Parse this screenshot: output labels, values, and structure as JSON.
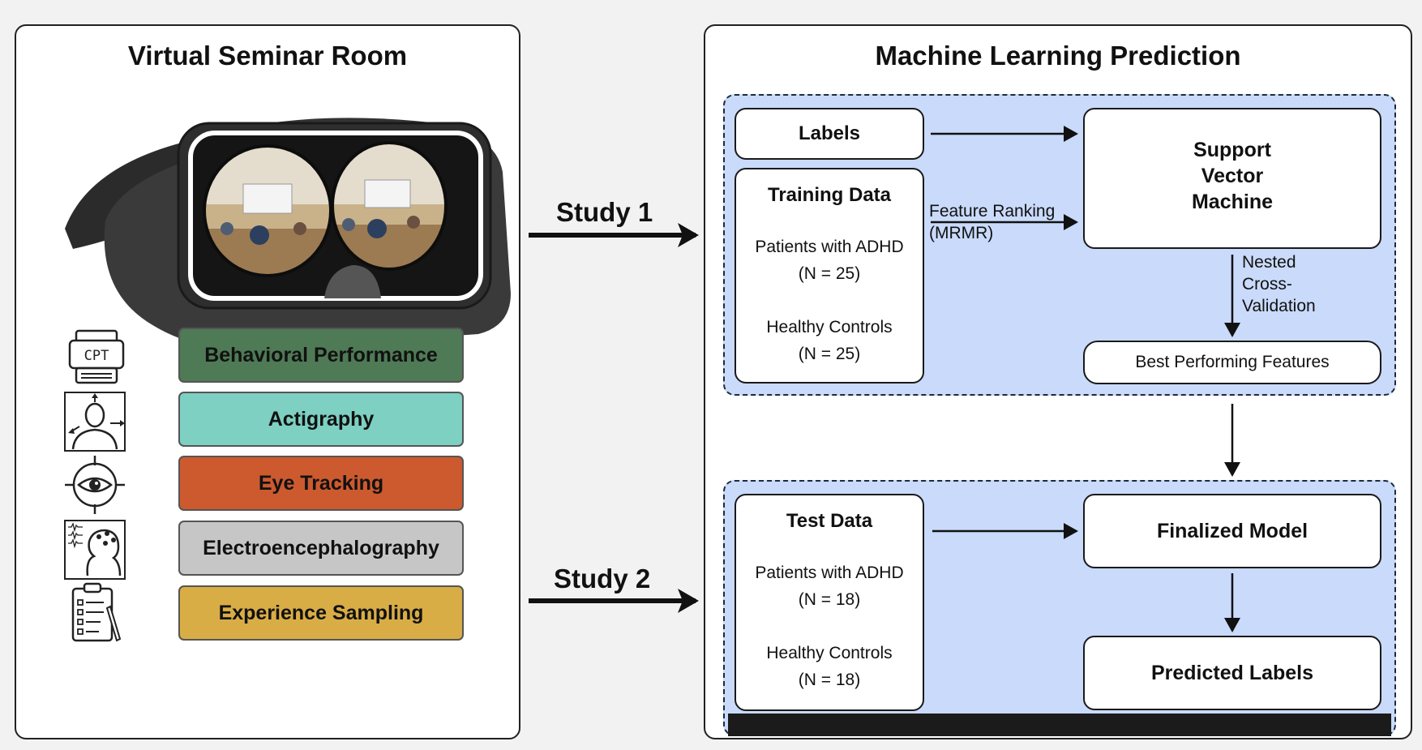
{
  "left_panel": {
    "title": "Virtual Seminar Room",
    "modalities": [
      {
        "label": "Behavioral Performance",
        "color": "#4e7a55",
        "icon": "cpt-icon",
        "icon_text": "CPT"
      },
      {
        "label": "Actigraphy",
        "color": "#7dd0c2",
        "icon": "actigraphy-person-icon"
      },
      {
        "label": "Eye Tracking",
        "color": "#cc5a2e",
        "icon": "eye-tracking-icon"
      },
      {
        "label": "Electroencephalography",
        "color": "#c6c6c6",
        "icon": "eeg-head-icon"
      },
      {
        "label": "Experience Sampling",
        "color": "#d9ad45",
        "icon": "clipboard-questionnaire-icon"
      }
    ]
  },
  "studies": {
    "study1": "Study 1",
    "study2": "Study 2"
  },
  "right_panel": {
    "title": "Machine Learning Prediction",
    "study1_block": {
      "labels": "Labels",
      "training_title": "Training Data",
      "adhd_line1": "Patients with ADHD",
      "adhd_line2": "(N = 25)",
      "hc_line1": "Healthy Controls",
      "hc_line2": "(N = 25)",
      "feature_ranking_line1": "Feature Ranking",
      "feature_ranking_line2": "(MRMR)",
      "svm_line1": "Support",
      "svm_line2": "Vector",
      "svm_line3": "Machine",
      "ncv_line1": "Nested",
      "ncv_line2": "Cross-",
      "ncv_line3": "Validation",
      "best_features": "Best Performing Features"
    },
    "study2_block": {
      "test_title": "Test Data",
      "adhd_line1": "Patients with ADHD",
      "adhd_line2": "(N = 18)",
      "hc_line1": "Healthy Controls",
      "hc_line2": "(N = 18)",
      "finalized_model": "Finalized Model",
      "predicted_labels": "Predicted Labels"
    }
  },
  "colors": {
    "dashed_fill": "#c9dafa",
    "panel_bg": "#ffffff",
    "page_bg": "#f2f2f2"
  }
}
